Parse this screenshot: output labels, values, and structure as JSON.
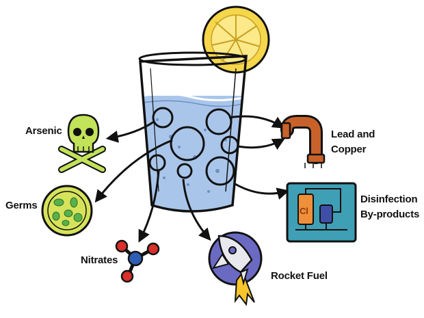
{
  "labels": {
    "arsenic": "Arsenic",
    "germs": "Germs",
    "nitrates": "Nitrates",
    "rocket_fuel": "Rocket Fuel",
    "lead_copper_line1": "Lead and",
    "lead_copper_line2": "Copper",
    "disinfection_line1": "Disinfection",
    "disinfection_line2": "By-products",
    "chlorine_symbol": "Cl"
  },
  "colors": {
    "water": "#a9c6ea",
    "lemon": "#f6d64a",
    "skull": "#c2e25a",
    "germ_dish": "#d6e35a",
    "germs": "#59b14b",
    "pipe": "#c8622a",
    "disinfection_box": "#3f9fb5",
    "tank": "#ef8f3a",
    "pump": "#3f4fa8",
    "rocket_bg": "#6b6ac3",
    "flame": "#f6c62c",
    "molecule_red": "#d8302a",
    "molecule_blue": "#2f5db3"
  },
  "icons": [
    "water-glass-icon",
    "lemon-slice-icon",
    "skull-crossbones-icon",
    "petri-dish-icon",
    "molecule-icon",
    "rocket-icon",
    "copper-pipe-icon",
    "treatment-tank-icon"
  ]
}
